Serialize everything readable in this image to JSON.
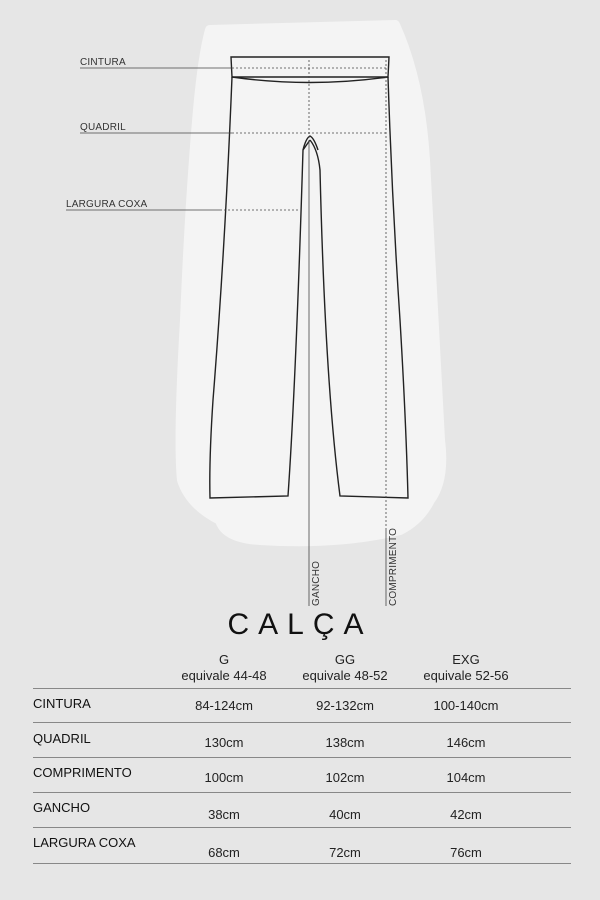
{
  "diagram": {
    "labels": {
      "cintura": "CINTURA",
      "quadril": "QUADRIL",
      "largura_coxa": "LARGURA COXA",
      "gancho": "GANCHO",
      "comprimento": "COMPRIMENTO"
    }
  },
  "title": "CALÇA",
  "table": {
    "columns": [
      {
        "size": "G",
        "equiv": "equivale 44-48"
      },
      {
        "size": "GG",
        "equiv": "equivale 48-52"
      },
      {
        "size": "EXG",
        "equiv": "equivale 52-56"
      }
    ],
    "rows": [
      {
        "label": "CINTURA",
        "values": [
          "84-124cm",
          "92-132cm",
          "100-140cm"
        ]
      },
      {
        "label": "QUADRIL",
        "values": [
          "130cm",
          "138cm",
          "146cm"
        ]
      },
      {
        "label": "COMPRIMENTO",
        "values": [
          "100cm",
          "102cm",
          "104cm"
        ]
      },
      {
        "label": "GANCHO",
        "values": [
          "38cm",
          "40cm",
          "42cm"
        ]
      },
      {
        "label": "LARGURA COXA",
        "values": [
          "68cm",
          "72cm",
          "76cm"
        ]
      }
    ]
  }
}
